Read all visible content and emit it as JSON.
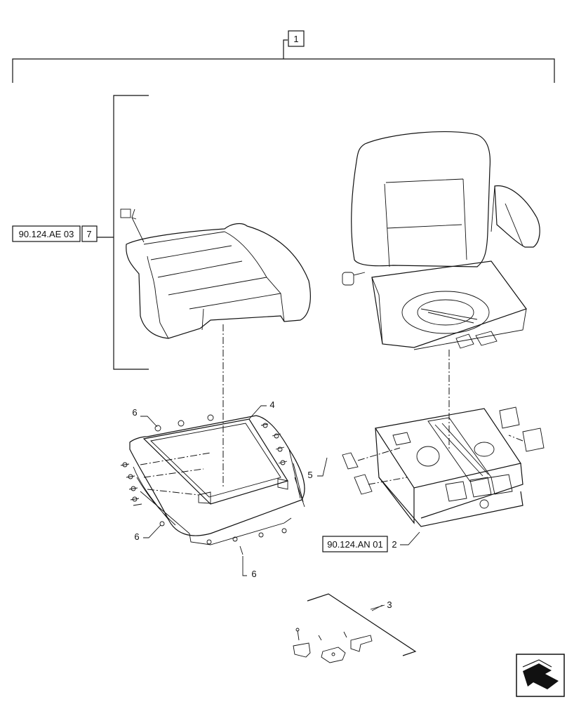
{
  "callouts": {
    "assembly": "1",
    "suspension": "2",
    "bracket_kit": "3",
    "bellows": "4",
    "screw_left": "5",
    "fastener_top_left": "6",
    "fastener_left": "6",
    "fastener_bottom": "6",
    "cushion_ref_num": "7"
  },
  "references": {
    "cushion": "90.124.AE 03",
    "suspension": "90.124.AN 01"
  },
  "icons": {
    "nav": "next-page-arrow-icon"
  }
}
